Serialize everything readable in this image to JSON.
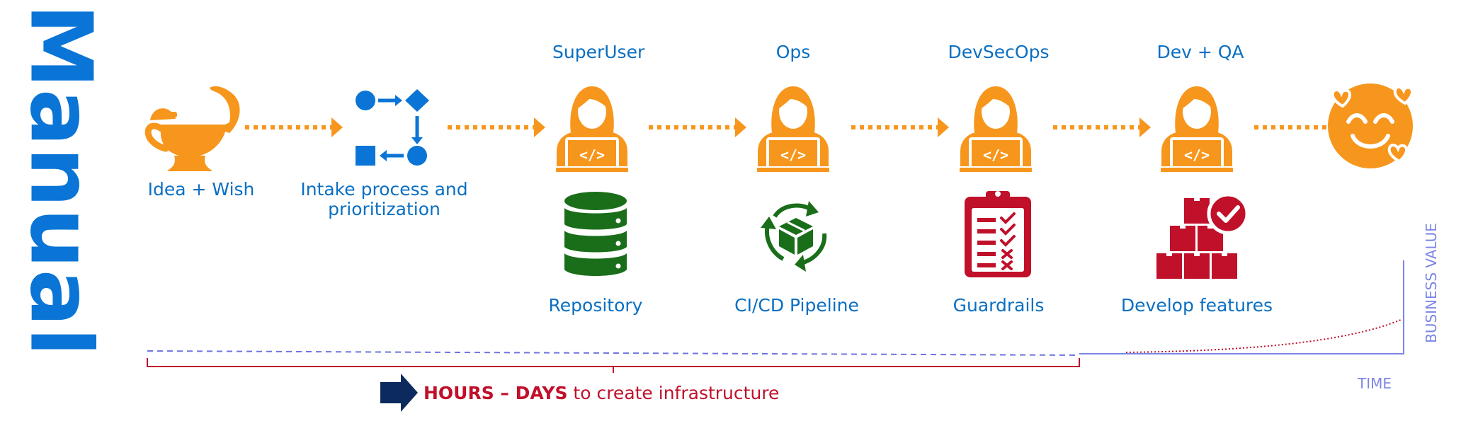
{
  "title": "Manual",
  "roles": [
    "SuperUser",
    "Ops",
    "DevSecOps",
    "Dev + QA"
  ],
  "steps": {
    "idea": "Idea + Wish",
    "intake_line1": "Intake process and",
    "intake_line2": "prioritization"
  },
  "artifacts": [
    "Repository",
    "CI/CD Pipeline",
    "Guardrails",
    "Develop features"
  ],
  "footer": {
    "highlight": "HOURS – DAYS",
    "rest": " to create infrastructure"
  },
  "axes": {
    "y_label": "BUSINESS VALUE",
    "x_label": "TIME"
  },
  "colors": {
    "orange": "#f7961c",
    "blue": "#0a75d6",
    "green": "#1a6e1a",
    "red": "#c0102a",
    "navy": "#0d2a5e",
    "axis": "#7b86e6"
  }
}
